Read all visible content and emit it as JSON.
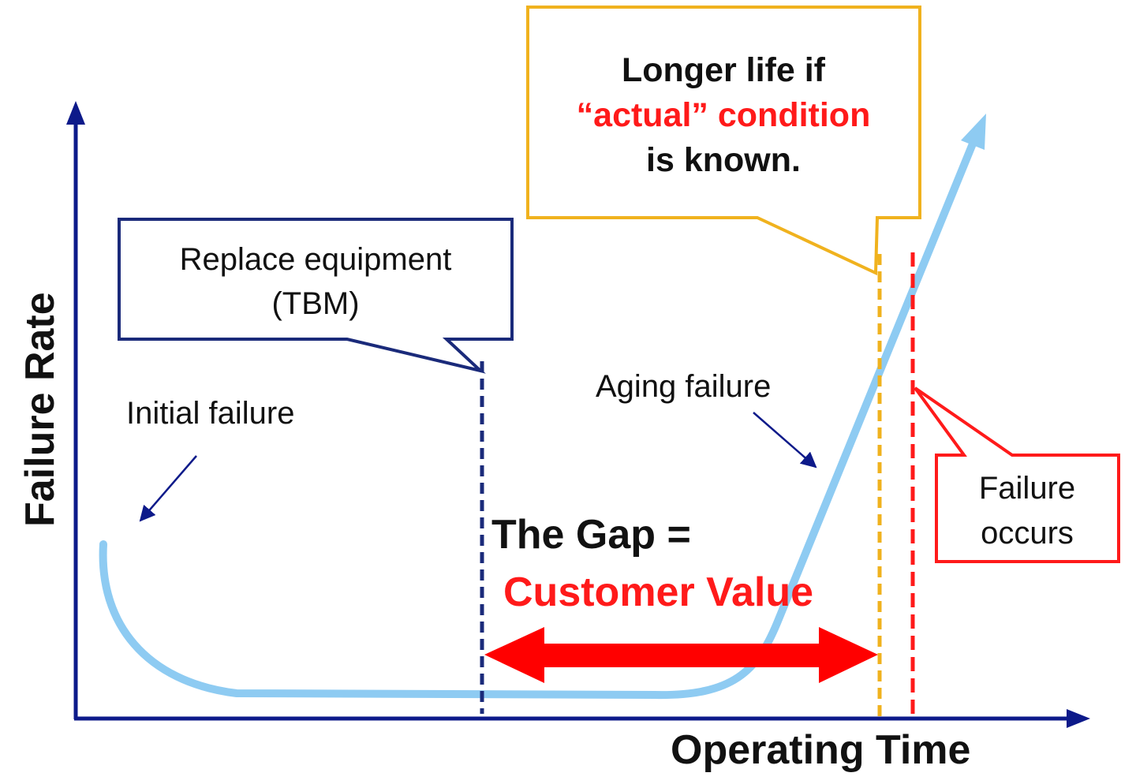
{
  "axes": {
    "y_label": "Failure Rate",
    "x_label": "Operating Time"
  },
  "callouts": {
    "tbm": {
      "line1": "Replace  equipment",
      "line2": "(TBM)"
    },
    "longer_life": {
      "line1": "Longer life if",
      "line2": "“actual” condition",
      "line3": "is known."
    },
    "failure": {
      "line1": "Failure",
      "line2": "occurs"
    }
  },
  "labels": {
    "initial_failure": "Initial failure",
    "aging_failure": "Aging failure",
    "gap_line1": "The Gap =",
    "gap_line2": "Customer Value"
  },
  "colors": {
    "axis": "#0d1a8a",
    "curve": "#8ecbf2",
    "tbm_line": "#1a2a7a",
    "condition_line": "#f0b21e",
    "failure_line": "#ff1a1a",
    "gap_arrow": "#ff0000",
    "text_red": "#ff1a1a"
  }
}
